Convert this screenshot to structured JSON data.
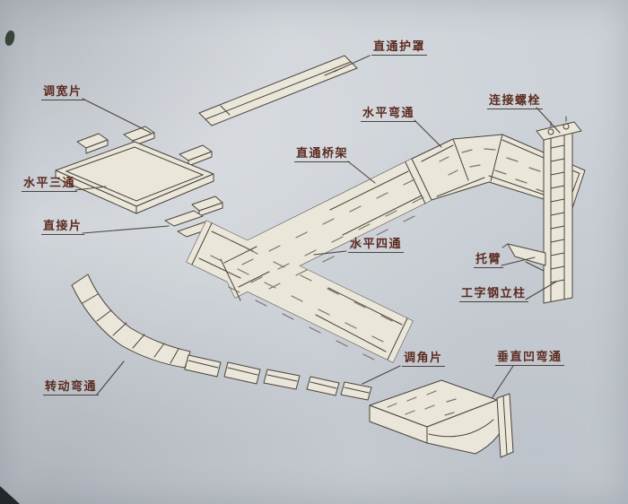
{
  "diagram": {
    "labels": [
      {
        "id": "straight-cover",
        "text": "直通护罩"
      },
      {
        "id": "width-adjust-piece",
        "text": "调宽片"
      },
      {
        "id": "horizontal-tee",
        "text": "水平三通"
      },
      {
        "id": "connector-piece",
        "text": "直接片"
      },
      {
        "id": "horizontal-bend",
        "text": "水平弯通"
      },
      {
        "id": "connecting-bolt",
        "text": "连接螺栓"
      },
      {
        "id": "straight-tray",
        "text": "直通桥架"
      },
      {
        "id": "horizontal-cross",
        "text": "水平四通"
      },
      {
        "id": "support-arm",
        "text": "托臂"
      },
      {
        "id": "i-beam-column",
        "text": "工字钢立柱"
      },
      {
        "id": "angle-adjust-piece",
        "text": "调角片"
      },
      {
        "id": "vertical-concave-bend",
        "text": "垂直凹弯通"
      },
      {
        "id": "rotating-bend",
        "text": "转动弯通"
      }
    ]
  },
  "colors": {
    "paper": "#cdd2d8",
    "ink": "#4a443c",
    "label_text": "#5c2b20",
    "tray_fill": "#eae6d9",
    "hatch": "#7a7466"
  }
}
